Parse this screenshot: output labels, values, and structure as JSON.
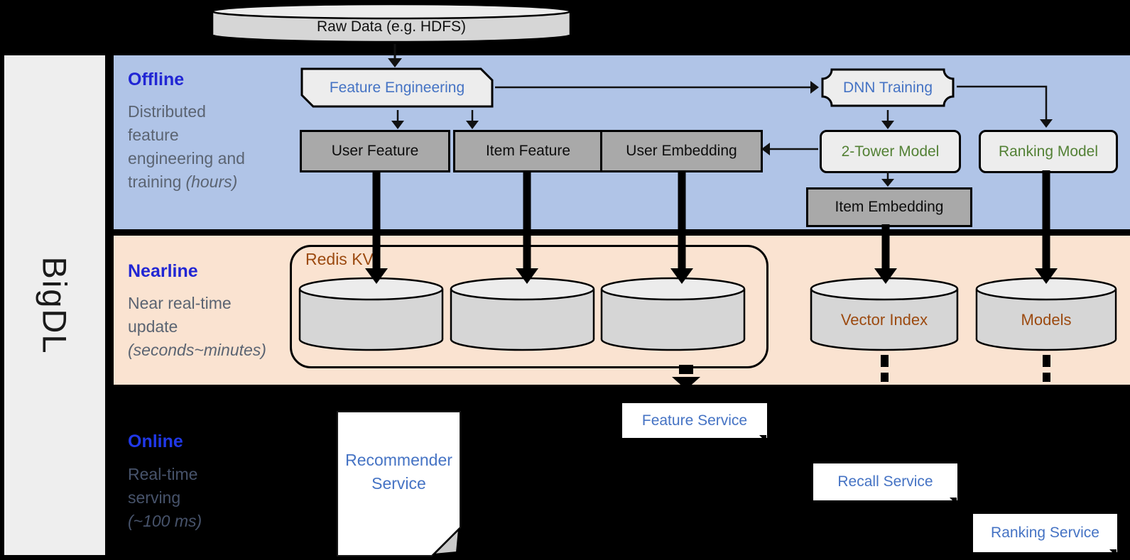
{
  "brand": "BigDL",
  "raw_data": {
    "label": "Raw Data (e.g. HDFS)"
  },
  "bands": {
    "offline": {
      "title": "Offline",
      "desc1": "Distributed",
      "desc2": "feature",
      "desc3": "engineering and",
      "desc4a": "training",
      "desc4b": "(hours)"
    },
    "nearline": {
      "title": "Nearline",
      "desc1": "Near real-time",
      "desc2": "update",
      "desc3": "(seconds~minutes)"
    },
    "online": {
      "title": "Online",
      "desc1": "Real-time",
      "desc2": "serving",
      "desc3": "(~100 ms)"
    }
  },
  "nodes": {
    "feature_engineering": "Feature Engineering",
    "dnn_training": "DNN Training",
    "user_feature": "User Feature",
    "item_feature": "Item Feature",
    "user_embedding": "User Embedding",
    "two_tower_model": "2-Tower Model",
    "ranking_model": "Ranking Model",
    "item_embedding": "Item Embedding",
    "redis_kv": "Redis KV",
    "vector_index": "Vector Index",
    "models": "Models"
  },
  "services": {
    "recommender_line1": "Recommender",
    "recommender_line2": "Service",
    "feature": "Feature Service",
    "recall": "Recall Service",
    "ranking": "Ranking Service"
  },
  "colors": {
    "background": "#000000",
    "sidebar": "#eeeeee",
    "band_offline": "#b0c4e7",
    "band_nearline": "#fae3d1",
    "node_gray": "#a9a9a9",
    "node_light": "#ededed",
    "cylinder_body": "#d6d6d6",
    "cylinder_top": "#ececec",
    "text_blue": "#4573c4",
    "text_green": "#538135",
    "text_brown": "#9c4a10",
    "heading_blue": "#2126d4",
    "online_heading_blue": "#2038e8",
    "desc_gray": "#5b6472",
    "service_bg": "#ffffff"
  }
}
